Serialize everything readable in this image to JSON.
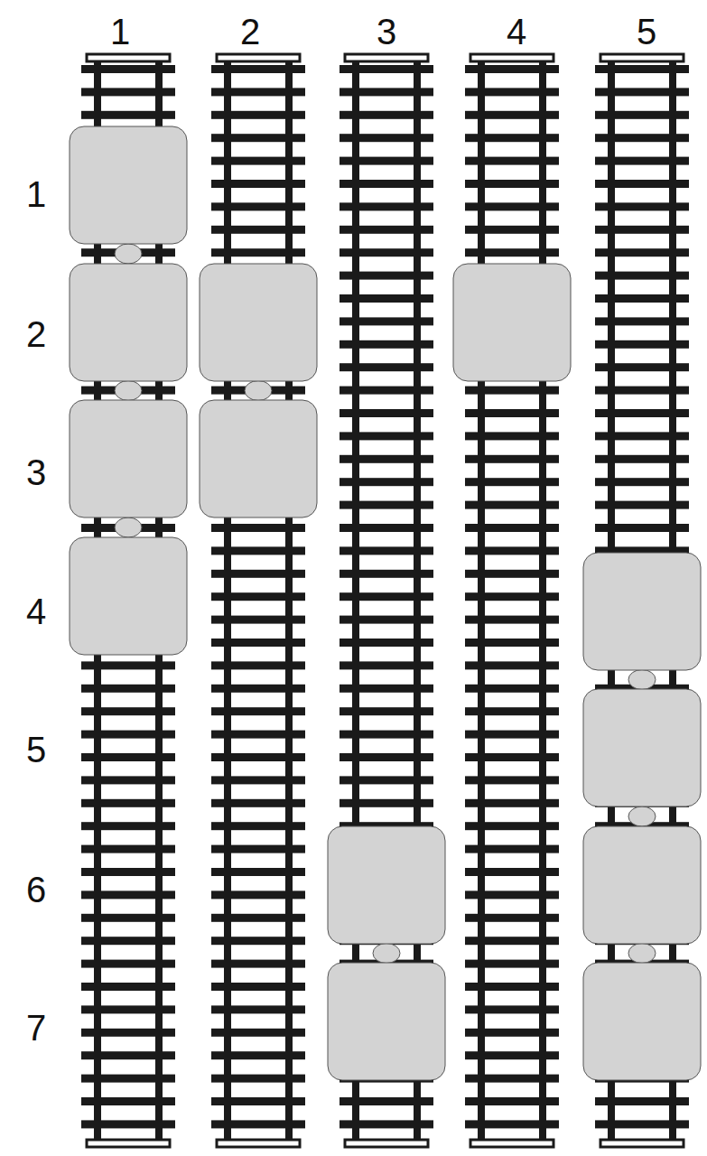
{
  "diagram": {
    "labels": [
      "1",
      "2",
      "3",
      "4",
      "5",
      "1",
      "2",
      "3",
      "4",
      "5",
      "6",
      "7"
    ]
  }
}
